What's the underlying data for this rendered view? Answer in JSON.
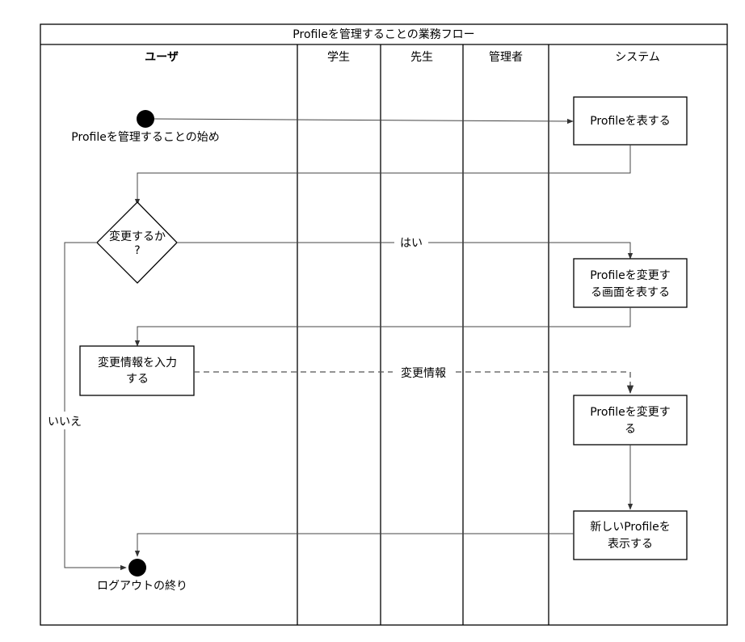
{
  "diagram": {
    "title": "Profileを管理することの業務フロー",
    "lanes": {
      "user": "ユーザ",
      "student": "学生",
      "teacher": "先生",
      "admin": "管理者",
      "system": "システム"
    },
    "nodes": {
      "start_label": "Profileを管理することの始め",
      "show_profile": "Profileを表する",
      "decision_line1": "変更するか",
      "decision_line2": "?",
      "show_edit_line1": "Profileを変更す",
      "show_edit_line2": "る画面を表する",
      "input_line1": "変更情報を入力",
      "input_line2": "する",
      "change_line1": "Profileを変更す",
      "change_line2": "る",
      "new_line1": "新しいProfileを",
      "new_line2": "表示する",
      "end_label": "ログアウトの終り"
    },
    "edges": {
      "yes": "はい",
      "no": "いいえ",
      "change_info": "変更情報"
    }
  }
}
